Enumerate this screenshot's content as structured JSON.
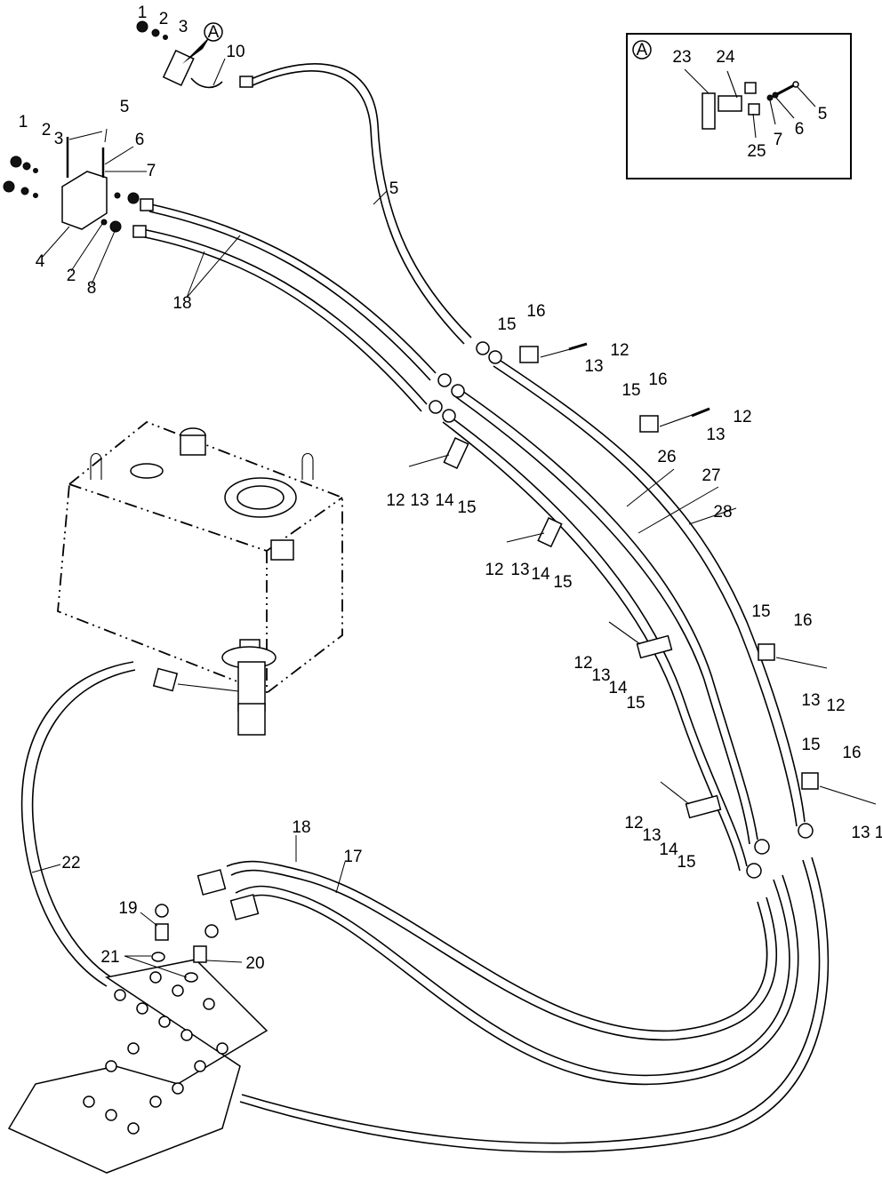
{
  "diagram": {
    "title": "Hydraulic hose routing - exploded parts view",
    "inset": {
      "marker": "A",
      "callouts": [
        "23",
        "24",
        "25",
        "7",
        "6",
        "5"
      ]
    },
    "detail_marker": "A",
    "callouts": [
      {
        "id": "c1a",
        "text": "1"
      },
      {
        "id": "c2a",
        "text": "2"
      },
      {
        "id": "c3a",
        "text": "3"
      },
      {
        "id": "c10",
        "text": "10"
      },
      {
        "id": "c1b",
        "text": "1"
      },
      {
        "id": "c2b",
        "text": "2"
      },
      {
        "id": "c3b",
        "text": "3"
      },
      {
        "id": "c5a",
        "text": "5"
      },
      {
        "id": "c6",
        "text": "6"
      },
      {
        "id": "c7",
        "text": "7"
      },
      {
        "id": "c4",
        "text": "4"
      },
      {
        "id": "c2c",
        "text": "2"
      },
      {
        "id": "c8",
        "text": "8"
      },
      {
        "id": "c18a",
        "text": "18"
      },
      {
        "id": "c5hose",
        "text": "5"
      },
      {
        "id": "c15a",
        "text": "15"
      },
      {
        "id": "c16a",
        "text": "16"
      },
      {
        "id": "c12a",
        "text": "12"
      },
      {
        "id": "c13a",
        "text": "13"
      },
      {
        "id": "c15b",
        "text": "15"
      },
      {
        "id": "c16b",
        "text": "16"
      },
      {
        "id": "c12b",
        "text": "12"
      },
      {
        "id": "c13b",
        "text": "13"
      },
      {
        "id": "c12c",
        "text": "12"
      },
      {
        "id": "c13c",
        "text": "13"
      },
      {
        "id": "c14c",
        "text": "14"
      },
      {
        "id": "c15c",
        "text": "15"
      },
      {
        "id": "c26",
        "text": "26"
      },
      {
        "id": "c27",
        "text": "27"
      },
      {
        "id": "c28",
        "text": "28"
      },
      {
        "id": "c12d",
        "text": "12"
      },
      {
        "id": "c13d",
        "text": "13"
      },
      {
        "id": "c14d",
        "text": "14"
      },
      {
        "id": "c15d",
        "text": "15"
      },
      {
        "id": "c12e",
        "text": "12"
      },
      {
        "id": "c13e",
        "text": "13"
      },
      {
        "id": "c14e",
        "text": "14"
      },
      {
        "id": "c15e",
        "text": "15"
      },
      {
        "id": "c15f",
        "text": "15"
      },
      {
        "id": "c16f",
        "text": "16"
      },
      {
        "id": "c13f",
        "text": "13"
      },
      {
        "id": "c12f",
        "text": "12"
      },
      {
        "id": "c15g",
        "text": "15"
      },
      {
        "id": "c16g",
        "text": "16"
      },
      {
        "id": "c13g",
        "text": "13"
      },
      {
        "id": "c12g",
        "text": "1"
      },
      {
        "id": "c12h",
        "text": "12"
      },
      {
        "id": "c13h",
        "text": "13"
      },
      {
        "id": "c14h",
        "text": "14"
      },
      {
        "id": "c15h",
        "text": "15"
      },
      {
        "id": "c18b",
        "text": "18"
      },
      {
        "id": "c17",
        "text": "17"
      },
      {
        "id": "c22",
        "text": "22"
      },
      {
        "id": "c19",
        "text": "19"
      },
      {
        "id": "c21",
        "text": "21"
      },
      {
        "id": "c20",
        "text": "20"
      }
    ]
  }
}
